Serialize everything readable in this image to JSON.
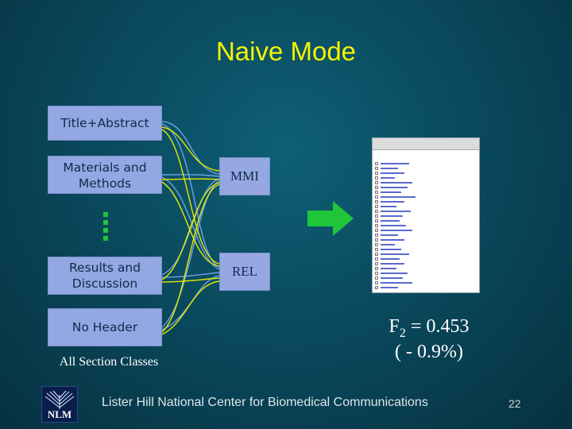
{
  "slide": {
    "title": "Naive Mode",
    "colors": {
      "title": "#f5f500",
      "box": "#93a7e3",
      "arrow": "#1fc63a",
      "wire_blue": "#6fa0e8",
      "wire_yellow": "#e8e800",
      "dots": "#1fc63a"
    }
  },
  "sections": {
    "title_abstract": "Title+Abstract",
    "materials_line1": "Materials and",
    "materials_line2": "Methods",
    "results_line1": "Results and",
    "results_line2": "Discussion",
    "no_header": "No Header",
    "caption": "All Section Classes"
  },
  "nodes": {
    "mmi": "MMI",
    "rel": "REL"
  },
  "result": {
    "f_label": "F",
    "f_subscript": "2",
    "f_value": " = 0.453",
    "change": "( - 0.9%)"
  },
  "footer": {
    "organization": "Lister Hill National Center for Biomedical Communications",
    "page_number": "22",
    "logo_text": "NLM"
  },
  "icons": [
    "right-arrow-icon",
    "ellipsis-dots-icon",
    "nlm-logo-icon"
  ]
}
